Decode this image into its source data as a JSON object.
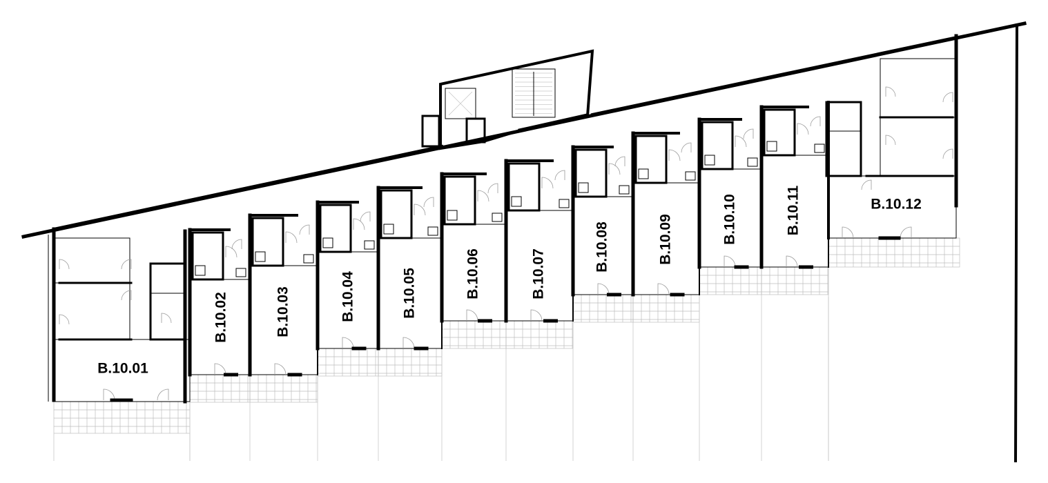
{
  "drawing": {
    "type": "architectural floor plan",
    "line_color": "#000000",
    "secondary_line_color": "#bdbdbd",
    "background": "#ffffff"
  },
  "units": [
    {
      "id": "B.10.01",
      "label": "B.10.01",
      "orientation": "horizontal"
    },
    {
      "id": "B.10.02",
      "label": "B.10.02",
      "orientation": "vertical"
    },
    {
      "id": "B.10.03",
      "label": "B.10.03",
      "orientation": "vertical"
    },
    {
      "id": "B.10.04",
      "label": "B.10.04",
      "orientation": "vertical"
    },
    {
      "id": "B.10.05",
      "label": "B.10.05",
      "orientation": "vertical"
    },
    {
      "id": "B.10.06",
      "label": "B.10.06",
      "orientation": "vertical"
    },
    {
      "id": "B.10.07",
      "label": "B.10.07",
      "orientation": "vertical"
    },
    {
      "id": "B.10.08",
      "label": "B.10.08",
      "orientation": "vertical"
    },
    {
      "id": "B.10.09",
      "label": "B.10.09",
      "orientation": "vertical"
    },
    {
      "id": "B.10.10",
      "label": "B.10.10",
      "orientation": "vertical"
    },
    {
      "id": "B.10.11",
      "label": "B.10.11",
      "orientation": "vertical"
    },
    {
      "id": "B.10.12",
      "label": "B.10.12",
      "orientation": "horizontal"
    }
  ]
}
